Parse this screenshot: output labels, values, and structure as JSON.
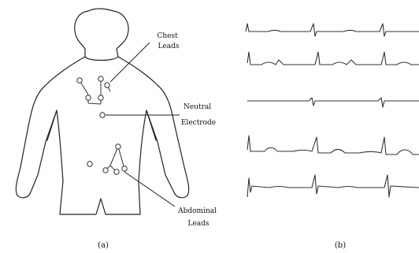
{
  "panel_a": {
    "labels": {
      "chest_leads": [
        "Chest",
        "Leads"
      ],
      "neutral_electrode": [
        "Neutral",
        "Electrode"
      ],
      "abdominal_leads": [
        "Abdominal",
        "Leads"
      ]
    },
    "caption": "(a)"
  },
  "panel_b": {
    "caption": "(b)",
    "trace_count": 5
  }
}
